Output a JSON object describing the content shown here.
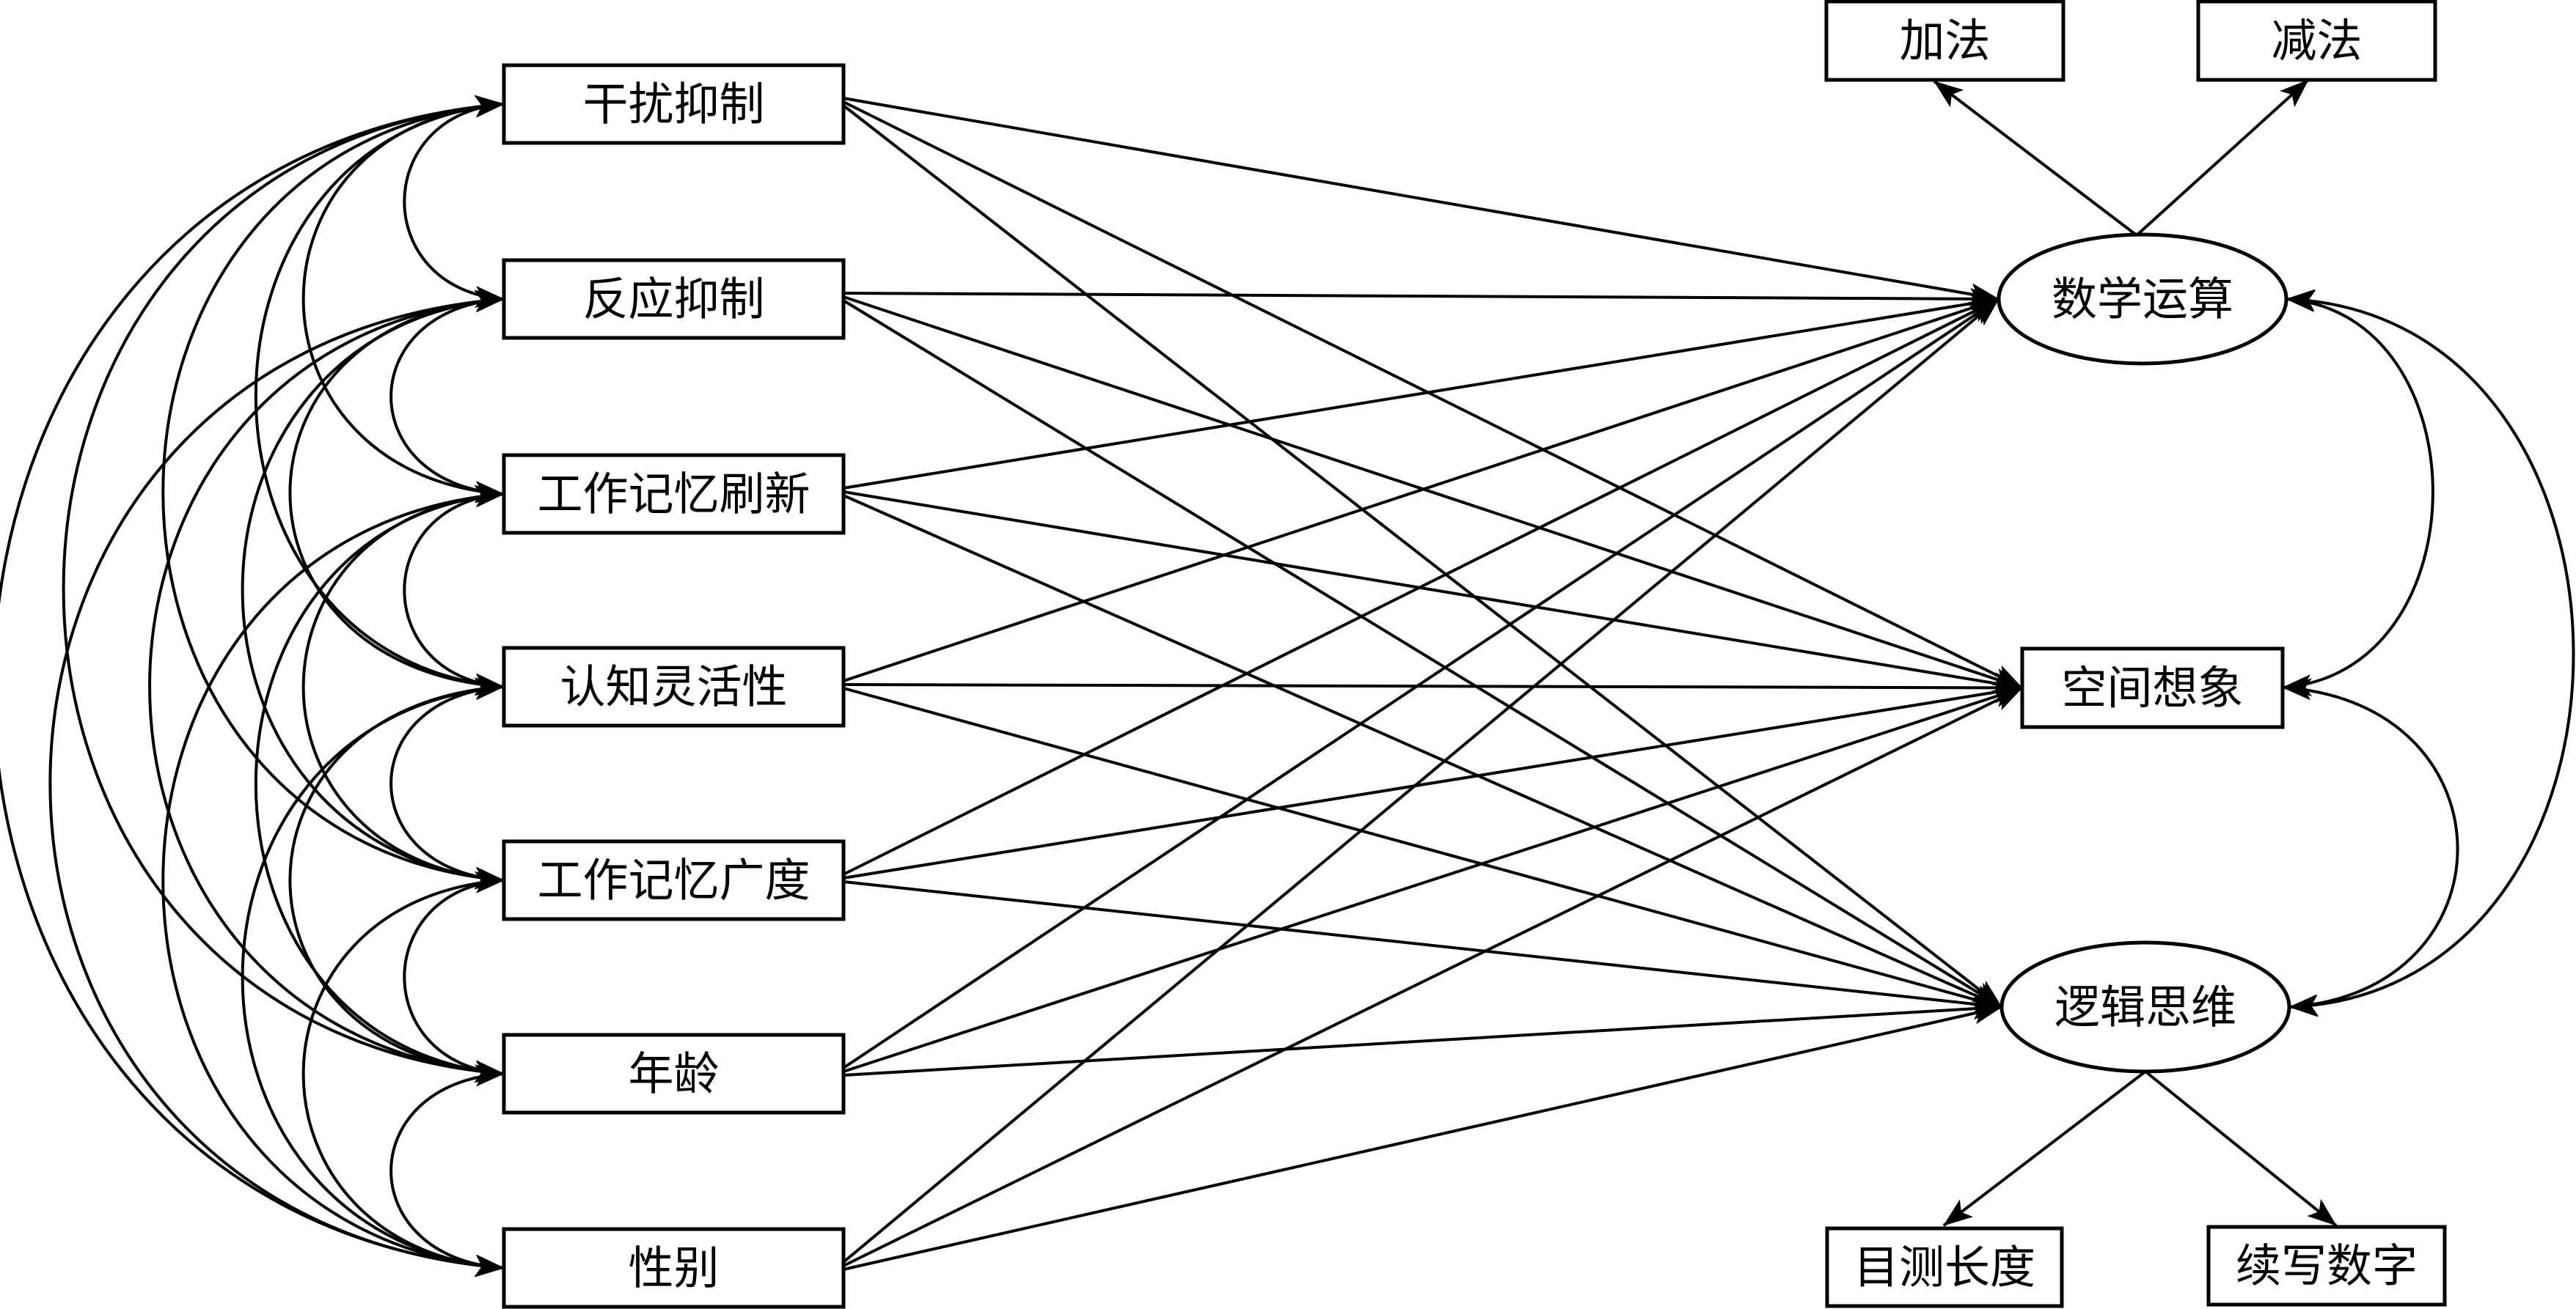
{
  "diagram": {
    "type": "structural equation model path diagram",
    "predictors": [
      {
        "id": "interference_inhibition",
        "label": "干扰抑制"
      },
      {
        "id": "response_inhibition",
        "label": "反应抑制"
      },
      {
        "id": "wm_updating",
        "label": "工作记忆刷新"
      },
      {
        "id": "cognitive_flexibility",
        "label": "认知灵活性"
      },
      {
        "id": "wm_span",
        "label": "工作记忆广度"
      },
      {
        "id": "age",
        "label": "年龄"
      },
      {
        "id": "gender",
        "label": "性别"
      }
    ],
    "outcomes": [
      {
        "id": "math_operation",
        "label": "数学运算",
        "shape": "latent"
      },
      {
        "id": "spatial_imagination",
        "label": "空间想象",
        "shape": "observed"
      },
      {
        "id": "logical_thinking",
        "label": "逻辑思维",
        "shape": "latent"
      }
    ],
    "indicators": [
      {
        "id": "addition",
        "label": "加法",
        "factor": "math_operation"
      },
      {
        "id": "subtraction",
        "label": "减法",
        "factor": "math_operation"
      },
      {
        "id": "visual_length",
        "label": "目测长度",
        "factor": "logical_thinking"
      },
      {
        "id": "number_continuation",
        "label": "续写数字",
        "factor": "logical_thinking"
      }
    ],
    "paths": "every predictor → every outcome (21 directed paths)",
    "predictor_covariances": "all pairs of predictors (21 double-headed curves)",
    "outcome_covariances": [
      [
        "math_operation",
        "spatial_imagination"
      ],
      [
        "spatial_imagination",
        "logical_thinking"
      ],
      [
        "math_operation",
        "logical_thinking"
      ]
    ]
  }
}
